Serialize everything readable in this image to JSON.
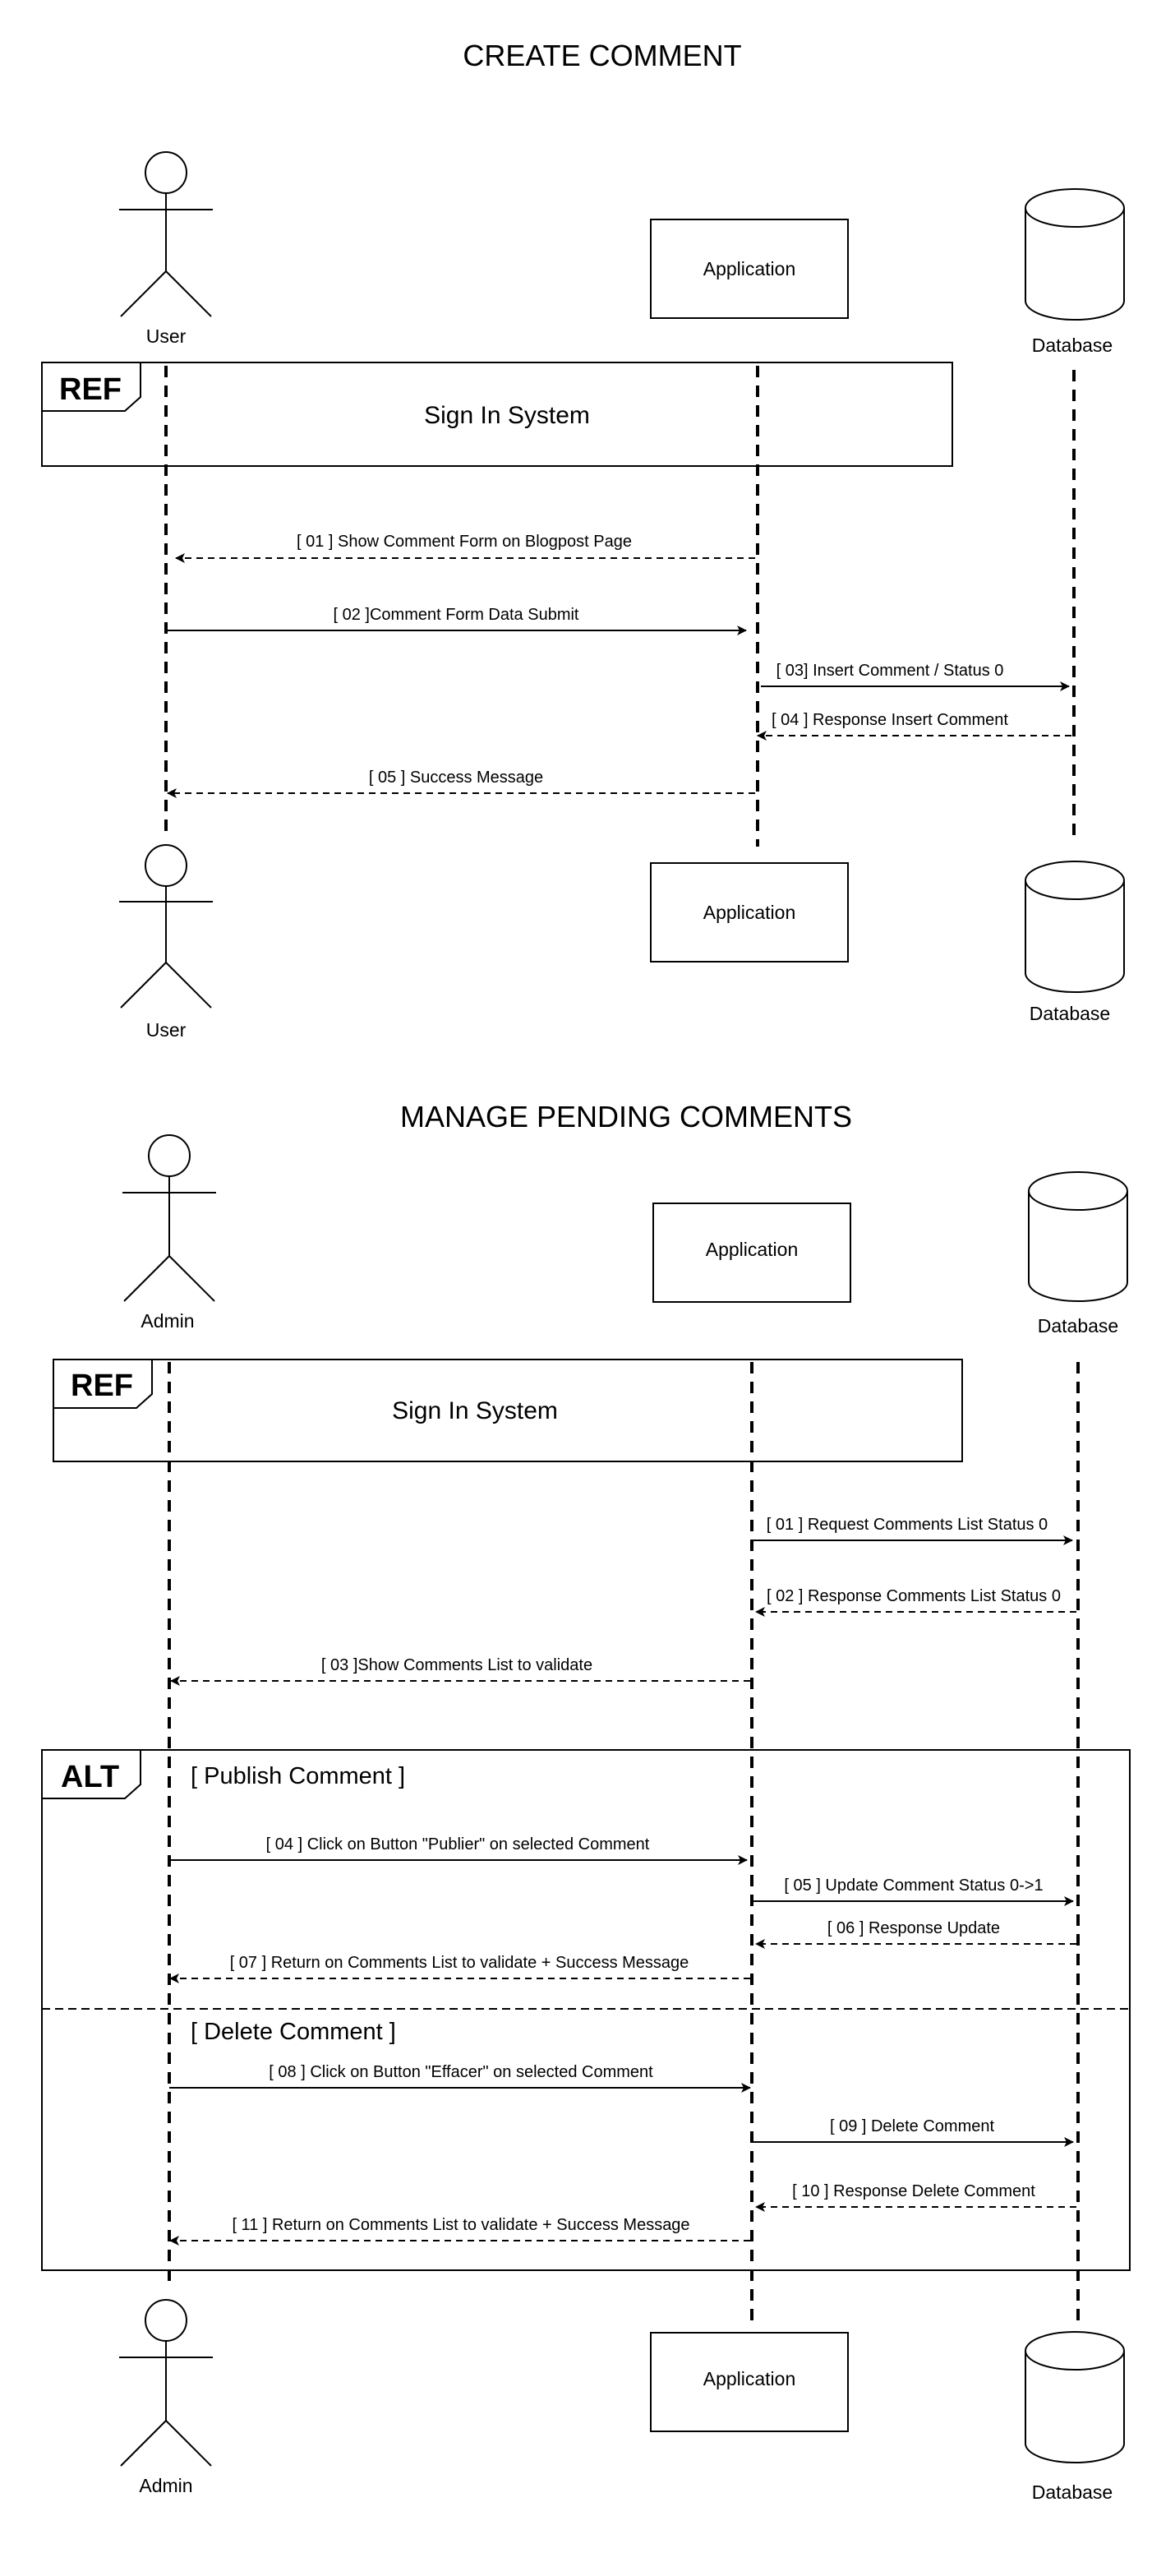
{
  "diagrams": {
    "create": {
      "title": "CREATE COMMENT",
      "participants": {
        "user": "User",
        "application": "Application",
        "database": "Database"
      },
      "ref": {
        "tag": "REF",
        "label": "Sign In System"
      },
      "messages": [
        "[ 01 ] Show  Comment Form on Blogpost Page",
        "[ 02 ]Comment Form Data Submit",
        "[ 03] Insert Comment / Status 0",
        "[ 04 ] Response Insert Comment",
        "[ 05 ] Success Message"
      ]
    },
    "manage": {
      "title": "MANAGE PENDING COMMENTS",
      "participants": {
        "admin": "Admin",
        "application": "Application",
        "database": "Database"
      },
      "ref": {
        "tag": "REF",
        "label": "Sign In System"
      },
      "messages": [
        "[ 01 ] Request Comments List Status 0",
        "[ 02 ] Response Comments List Status 0",
        "[ 03 ]Show  Comments List to validate"
      ],
      "alt": {
        "tag": "ALT",
        "publish": {
          "guard": "[ Publish Comment ]",
          "messages": [
            "[ 04 ] Click on Button \"Publier\" on selected Comment",
            "[ 05 ] Update Comment Status 0->1",
            "[ 06 ] Response Update",
            "[ 07 ] Return on Comments List to validate + Success Message"
          ]
        },
        "delete": {
          "guard": "[ Delete Comment ]",
          "messages": [
            "[ 08 ] Click on Button \"Effacer\" on selected Comment",
            "[ 09 ] Delete Comment",
            "[ 10 ] Response Delete Comment",
            "[ 11 ] Return on Comments List to validate + Success Message"
          ]
        }
      }
    }
  }
}
